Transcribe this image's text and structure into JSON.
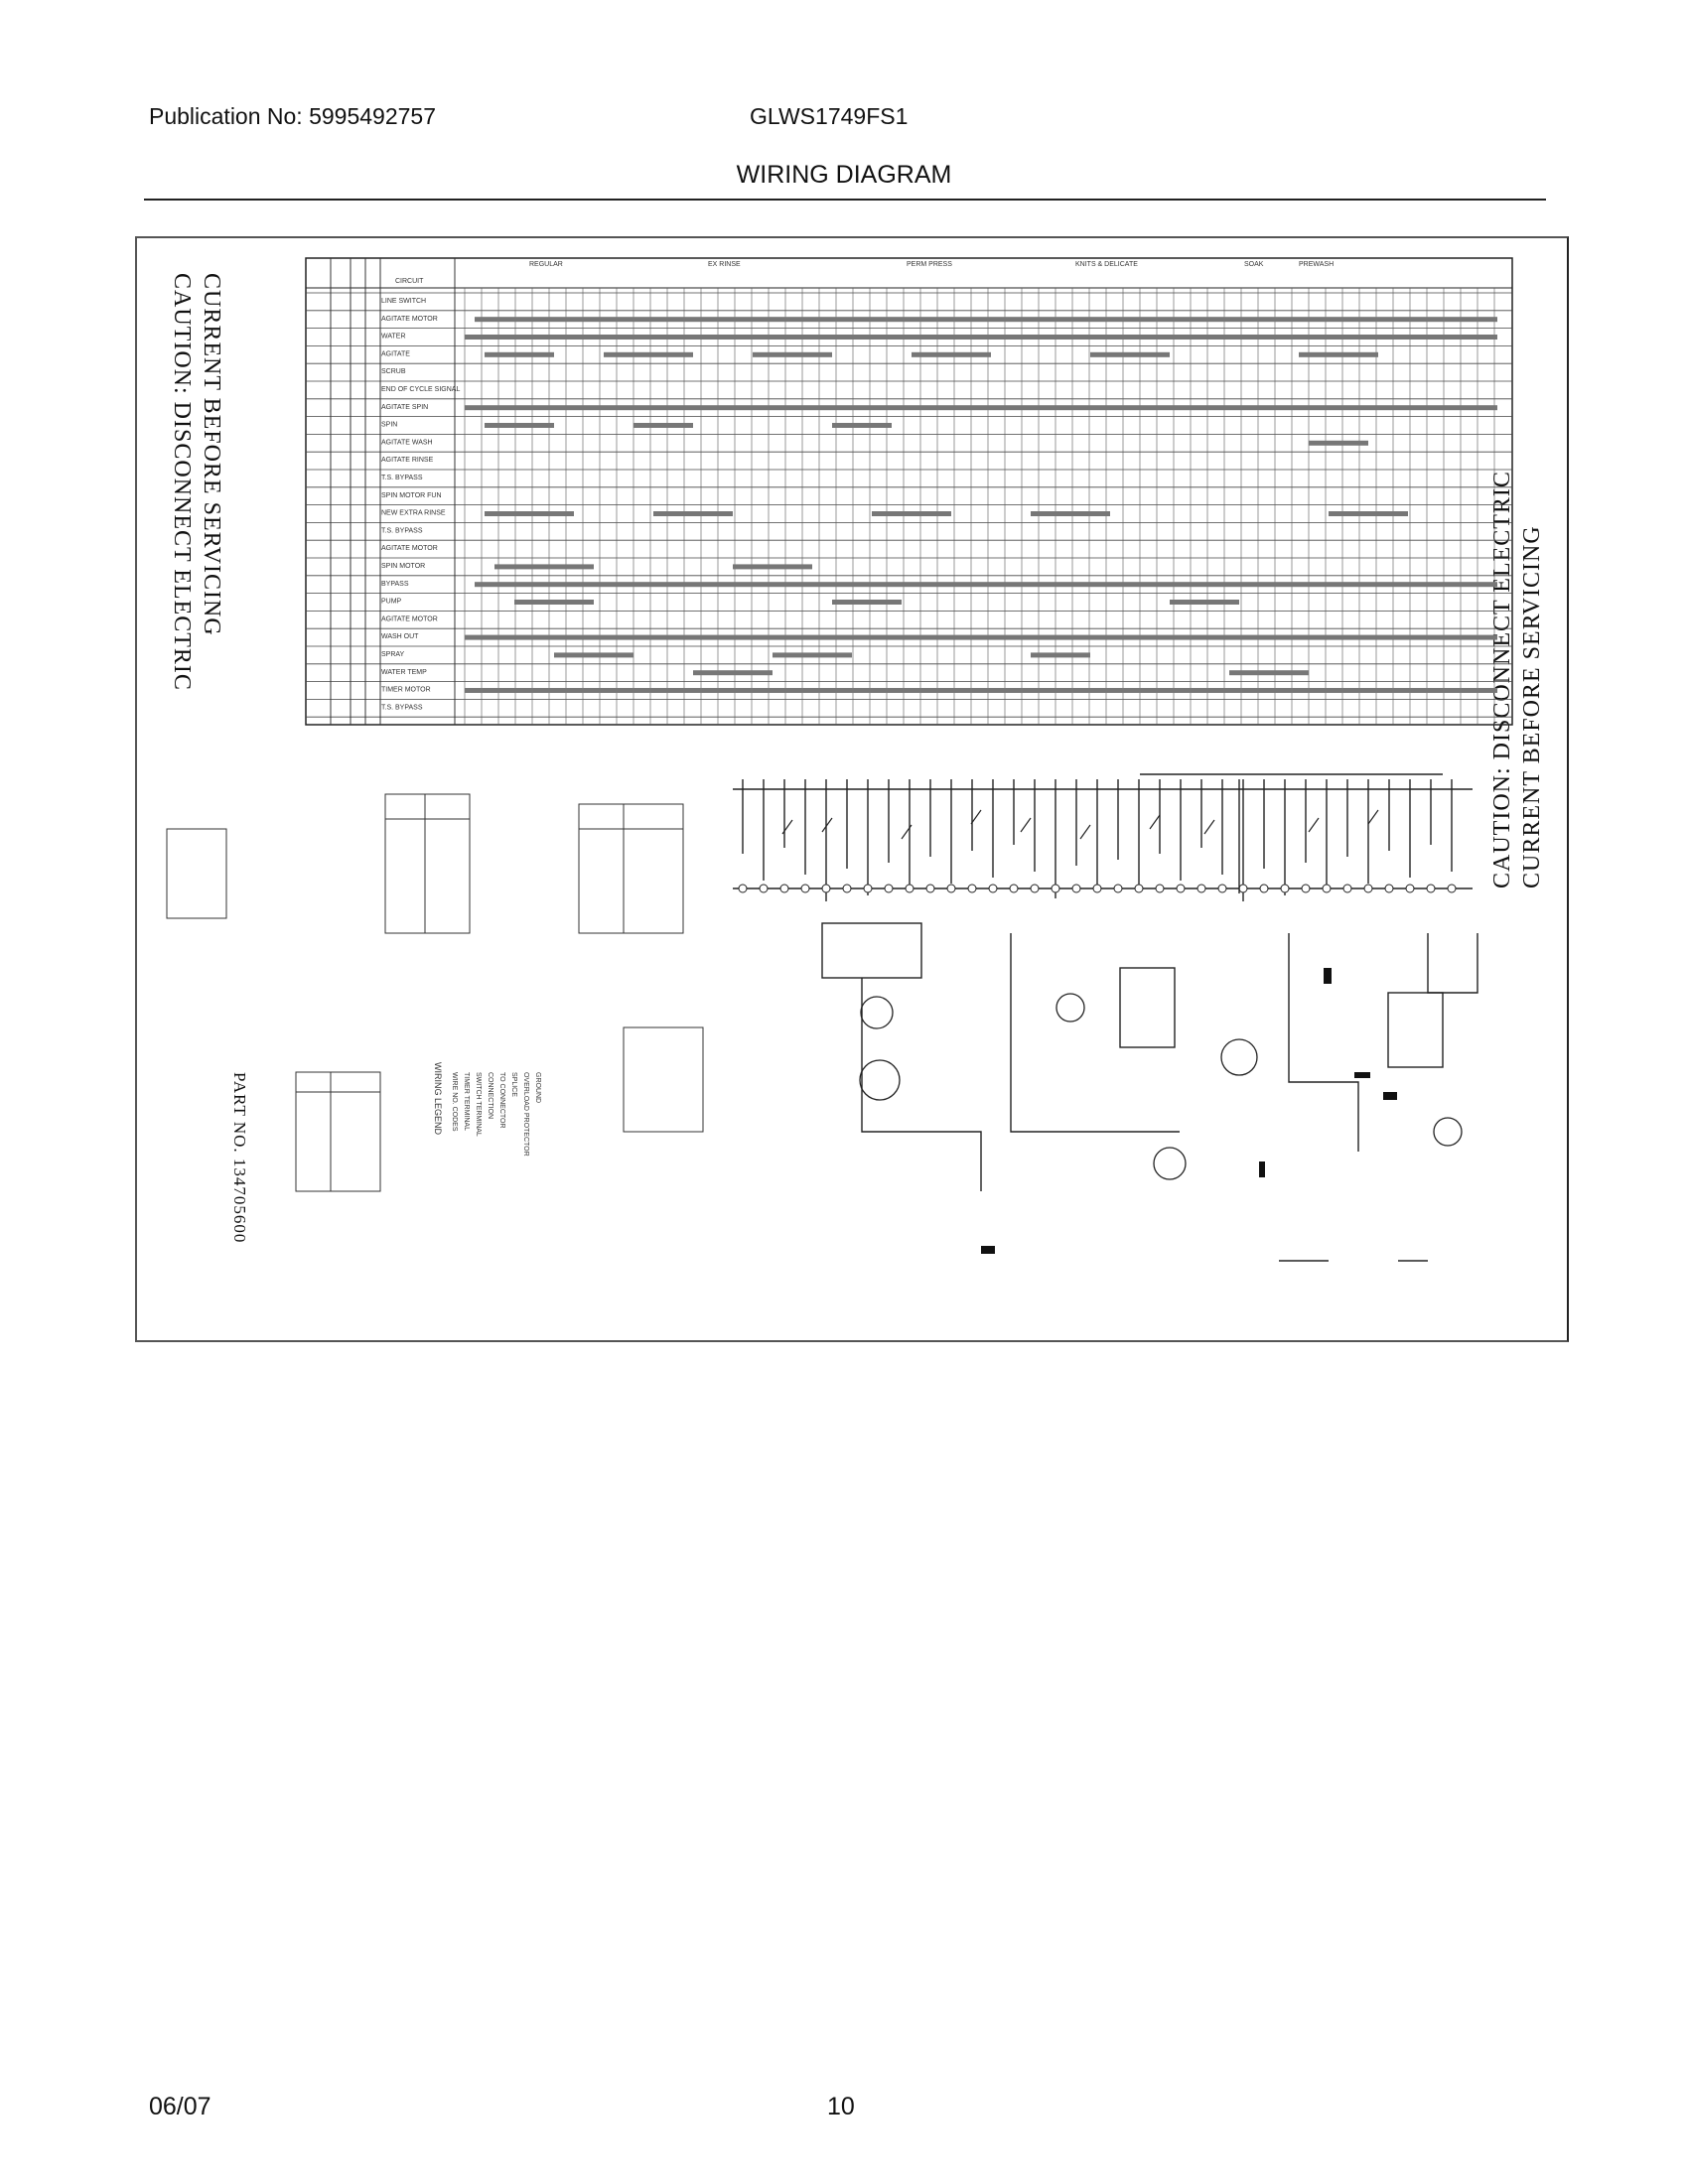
{
  "header": {
    "publication": "Publication No: 5995492757",
    "model": "GLWS1749FS1",
    "title": "WIRING DIAGRAM"
  },
  "diagram": {
    "caution_lines": [
      "CAUTION: DISCONNECT ELECTRIC",
      "CURRENT BEFORE SERVICING"
    ],
    "timer_chart": {
      "circuit_header": "CIRCUIT",
      "cycle_groups": [
        "REGULAR",
        "EX RINSE",
        "PERM PRESS",
        "KNITS & DELICATE",
        "SOAK",
        "PREWASH"
      ],
      "circuits": [
        "LINE SWITCH",
        "AGITATE MOTOR",
        "WATER",
        "AGITATE",
        "SCRUB",
        "END OF CYCLE SIGNAL",
        "AGITATE SPIN",
        "SPIN",
        "AGITATE WASH",
        "AGITATE RINSE",
        "T.S. BYPASS",
        "SPIN MOTOR FUN",
        "NEW EXTRA RINSE",
        "T.S. BYPASS",
        "AGITATE MOTOR",
        "SPIN MOTOR",
        "BYPASS",
        "PUMP",
        "AGITATE MOTOR",
        "WASH OUT",
        "SPRAY",
        "WATER TEMP",
        "TIMER MOTOR",
        "T.S. BYPASS"
      ]
    },
    "legend": {
      "title": "WIRING LEGEND",
      "items": [
        "WIRE NO. CODES",
        "TIMER TERMINAL",
        "SWITCH TERMINAL",
        "CONNECTION",
        "TO CONNECTOR",
        "SPLICE",
        "OVERLOAD PROTECTOR",
        "GROUND"
      ]
    },
    "part_number": "PART NO. 134705600"
  },
  "footer": {
    "date": "06/07",
    "page": "10"
  }
}
